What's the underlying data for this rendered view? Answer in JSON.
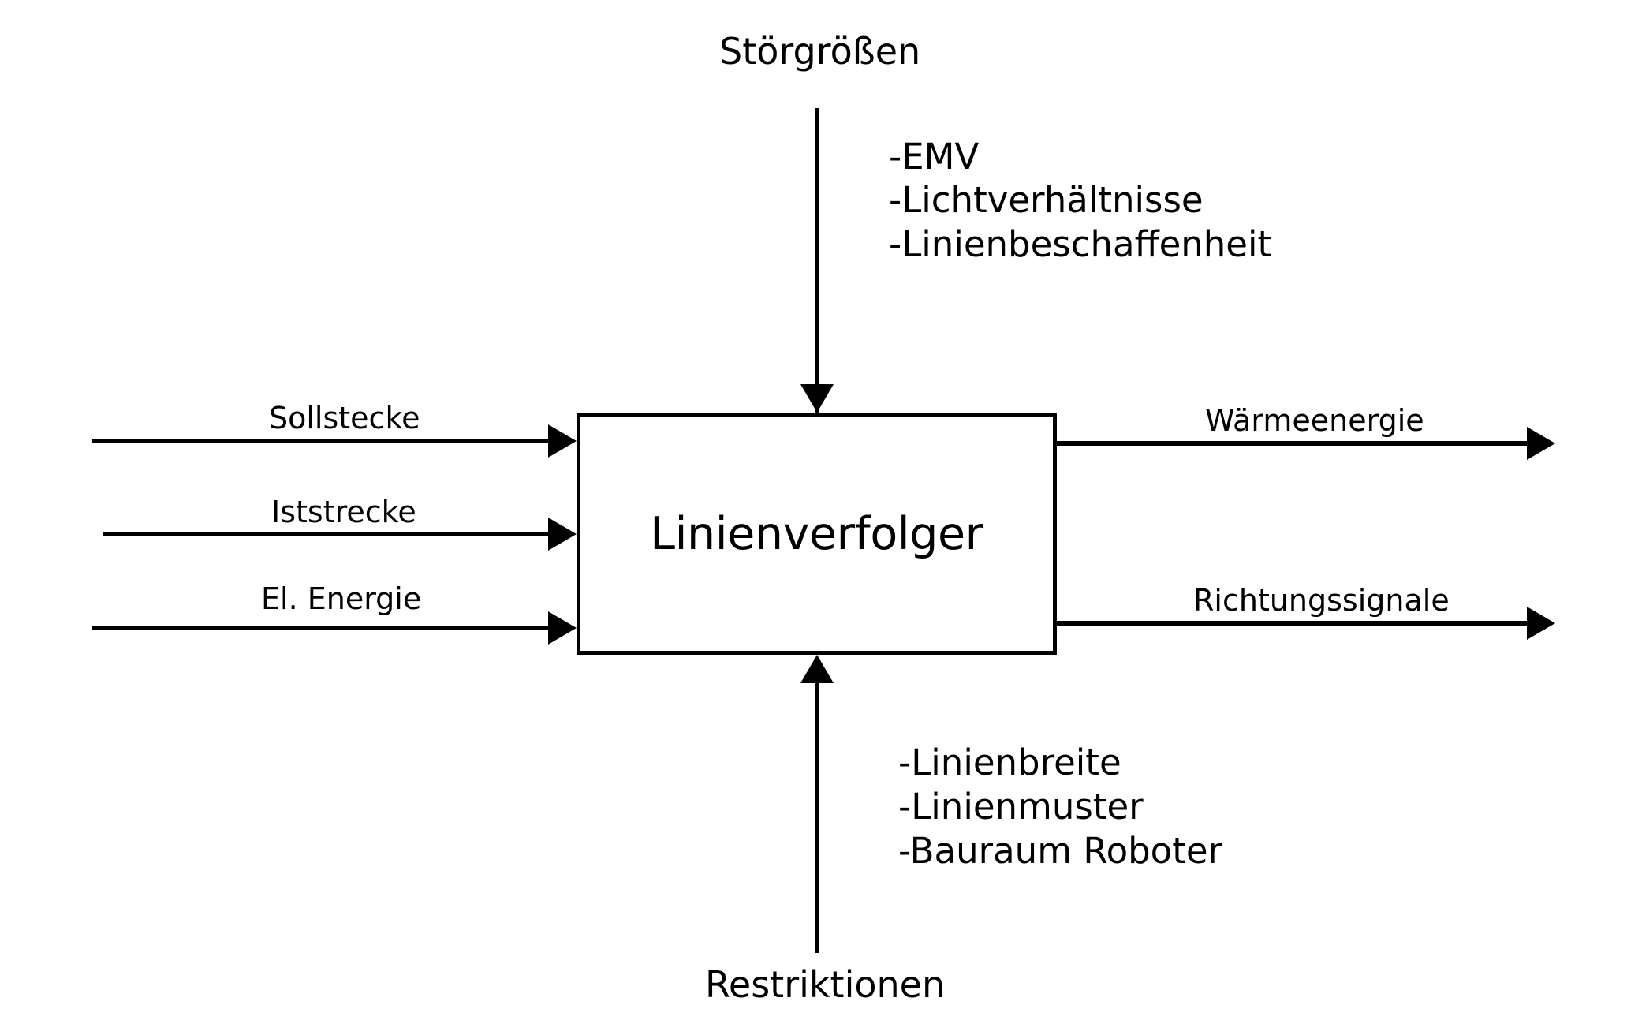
{
  "diagram": {
    "type": "black-box-system-diagram",
    "system": {
      "name": "Linienverfolger"
    },
    "top": {
      "title": "Störgrößen",
      "items": [
        "-EMV",
        "-Lichtverhältnisse",
        "-Linienbeschaffenheit"
      ]
    },
    "bottom": {
      "title": "Restriktionen",
      "items": [
        "-Linienbreite",
        "-Linienmuster",
        "-Bauraum Roboter"
      ]
    },
    "inputs": [
      {
        "label": "Sollstecke"
      },
      {
        "label": "Iststrecke"
      },
      {
        "label": "El. Energie"
      }
    ],
    "outputs": [
      {
        "label": "Wärmeenergie"
      },
      {
        "label": "Richtungssignale"
      }
    ],
    "colors": {
      "stroke": "#000000",
      "background": "#ffffff",
      "text": "#000000"
    }
  }
}
